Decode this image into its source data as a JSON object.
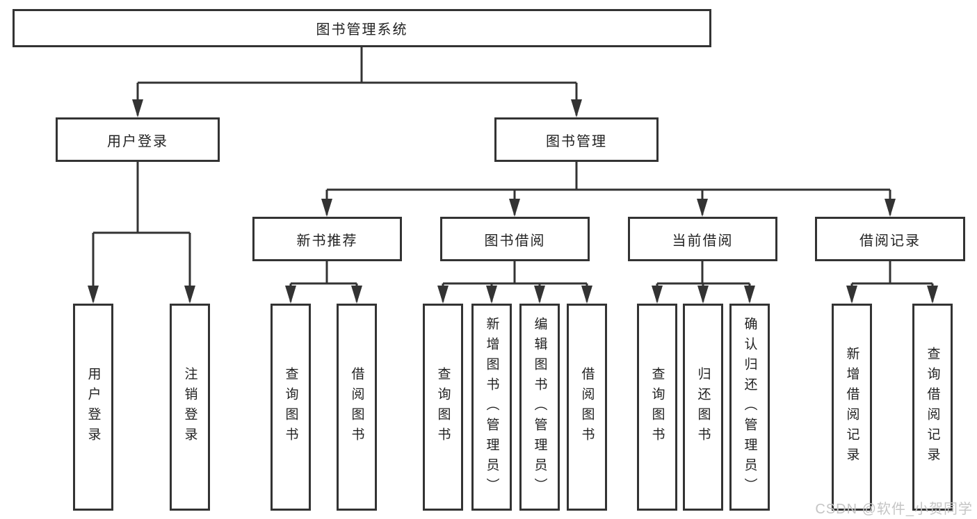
{
  "diagram": {
    "root": "图书管理系统",
    "level2": [
      "用户登录",
      "图书管理"
    ],
    "level3": [
      "新书推荐",
      "图书借阅",
      "当前借阅",
      "借阅记录"
    ],
    "level4": {
      "user_login": [
        "用户登录",
        "注销登录"
      ],
      "new_book_recommend": [
        "查询图书",
        "借阅图书"
      ],
      "book_borrow": [
        "查询图书",
        "新增图书（管理员）",
        "编辑图书（管理员）",
        "借阅图书"
      ],
      "current_borrow": [
        "查询图书",
        "归还图书",
        "确认归还（管理员）"
      ],
      "borrow_record": [
        "新增借阅记录",
        "查询借阅记录"
      ]
    }
  },
  "watermark": "CSDN @软件_小贺同学",
  "colors": {
    "line": "#333333",
    "box_border": "#333333",
    "text": "#222222",
    "watermark": "#c5c5c5",
    "background": "#ffffff"
  }
}
